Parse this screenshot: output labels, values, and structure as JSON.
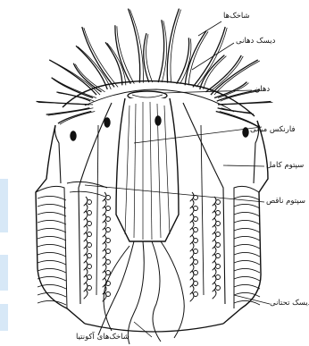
{
  "labels": {
    "tentacles": "شاخک‌ها",
    "oral_disc": "دیسک دهانی",
    "mouth": "دهان",
    "pharynx": "فارنکس میانی",
    "complete_septum": "سپتوم کامل",
    "incomplete_septum": "سپتوم ناقص",
    "pedal_disc": "دیسک تحتانی",
    "acontia": "شاخک‌های آکونتیا"
  },
  "colors": {
    "ink": "#111111",
    "background": "#ffffff",
    "edge_strip": "#d7e8f7"
  }
}
